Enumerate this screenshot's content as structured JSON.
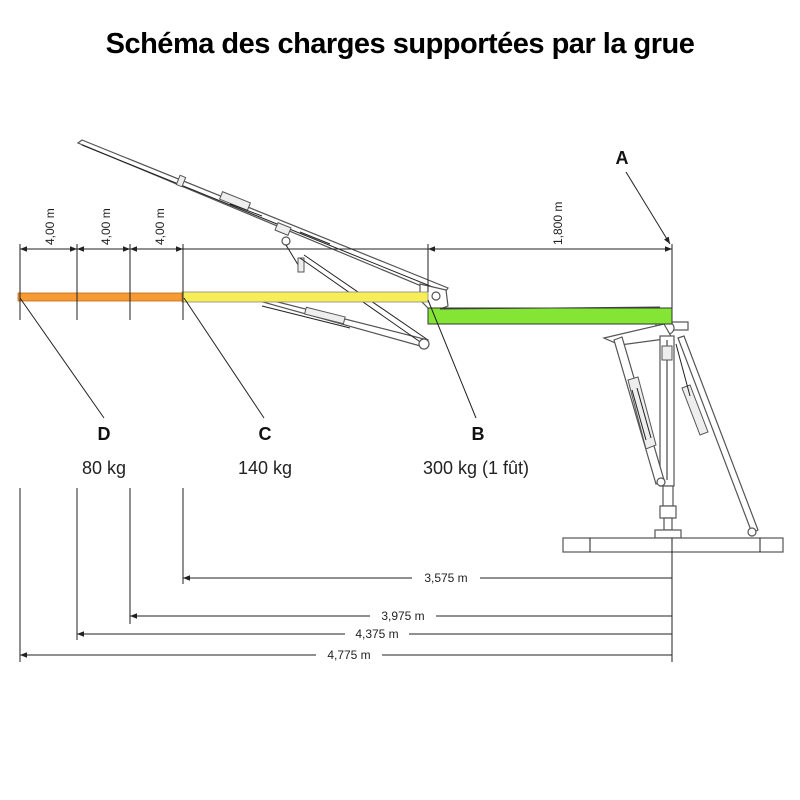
{
  "title": "Schéma des charges supportées par la grue",
  "points": [
    {
      "id": "A"
    },
    {
      "id": "B",
      "load": "300 kg (1 fût)"
    },
    {
      "id": "C",
      "load": "140 kg"
    },
    {
      "id": "D",
      "load": "80 kg"
    }
  ],
  "segments": {
    "orange": "#f79a33",
    "yellow": "#f7ee57",
    "green": "#84e534"
  },
  "top_dims": {
    "segment_labels": [
      "4,00 m",
      "4,00 m",
      "4,00 m"
    ],
    "main_label": "1,800 m"
  },
  "bottom_dims": [
    {
      "label": "3,575 m"
    },
    {
      "label": "3,975 m"
    },
    {
      "label": "4,375 m"
    },
    {
      "label": "4,775 m"
    }
  ]
}
